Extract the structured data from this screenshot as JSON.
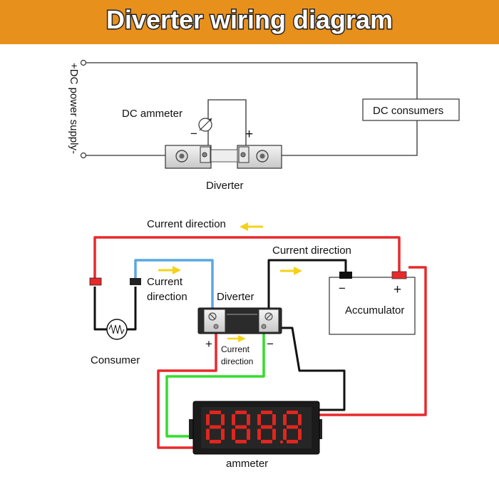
{
  "header": {
    "title": "Diverter wiring diagram",
    "background_color": "#e8901c",
    "title_color": "#ffffff"
  },
  "top_diagram": {
    "power_supply_label": "+DC power supply-",
    "ammeter_label": "DC ammeter",
    "minus_sign": "−",
    "plus_sign": "+",
    "consumers_label": "DC consumers",
    "diverter_label": "Diverter"
  },
  "bottom_diagram": {
    "current_direction_top": "Current direction",
    "current_direction_right": "Current direction",
    "current_direction_left_line1": "Current",
    "current_direction_left_line2": "direction",
    "diverter_label": "Diverter",
    "accumulator_label": "Accumulator",
    "accumulator_minus": "−",
    "accumulator_plus": "+",
    "consumer_label": "Consumer",
    "diverter_plus": "+",
    "diverter_minus": "−",
    "current_direction_small_line1": "Current",
    "current_direction_small_line2": "direction",
    "ammeter_label": "ammeter",
    "display_digits": "8888"
  },
  "colors": {
    "wire_red": "#e8292b",
    "wire_blue": "#5aa7e0",
    "wire_black": "#111111",
    "wire_green": "#33dd2a",
    "arrow_yellow": "#f5d21a",
    "segment_red": "#e0261e"
  }
}
